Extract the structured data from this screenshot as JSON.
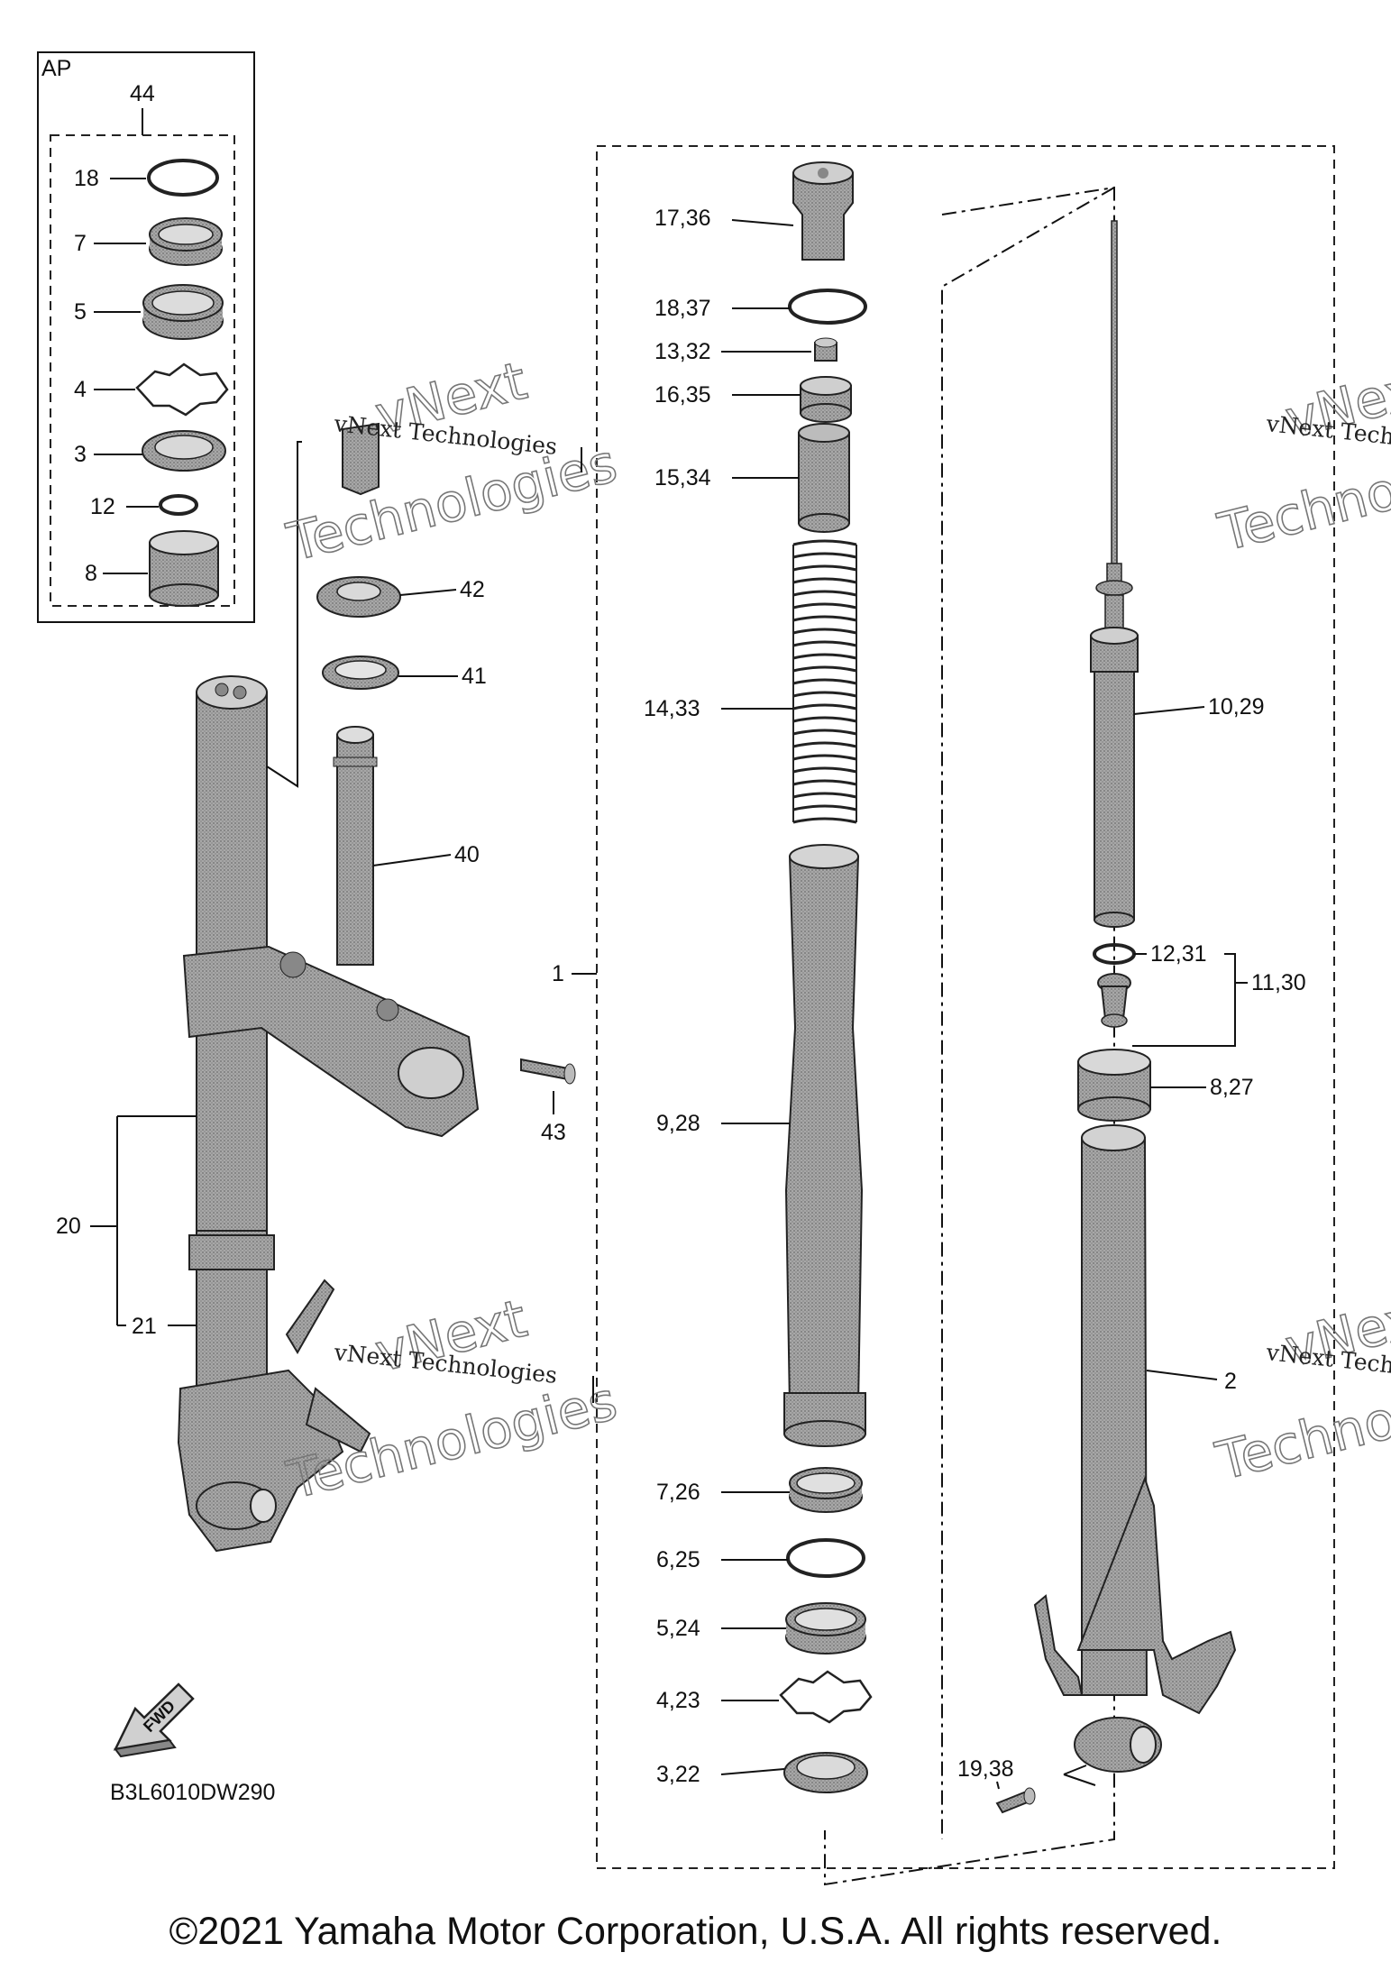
{
  "diagram": {
    "code": "B3L6010DW290",
    "copyright": "©2021 Yamaha Motor Corporation, U.S.A. All rights reserved.",
    "fwd_label": "FWD",
    "ap_box": {
      "title": "AP",
      "kit_number": "44",
      "items": [
        "18",
        "7",
        "5",
        "4",
        "3",
        "12",
        "8"
      ]
    },
    "labels": {
      "p17_36": "17,36",
      "p18_37": "18,37",
      "p13_32": "13,32",
      "p16_35": "16,35",
      "p15_34": "15,34",
      "p14_33": "14,33",
      "p9_28": "9,28",
      "p7_26": "7,26",
      "p6_25": "6,25",
      "p5_24": "5,24",
      "p4_23": "4,23",
      "p3_22": "3,22",
      "p10_29": "10,29",
      "p12_31": "12,31",
      "p11_30": "11,30",
      "p8_27": "8,27",
      "p2": "2",
      "p19_38": "19,38",
      "p1": "1",
      "p42": "42",
      "p41": "41",
      "p40": "40",
      "p43": "43",
      "p20": "20",
      "p21": "21"
    },
    "watermark": {
      "line1": "vNext Technologies",
      "line2": "vNext",
      "line3": "Technologies"
    }
  }
}
